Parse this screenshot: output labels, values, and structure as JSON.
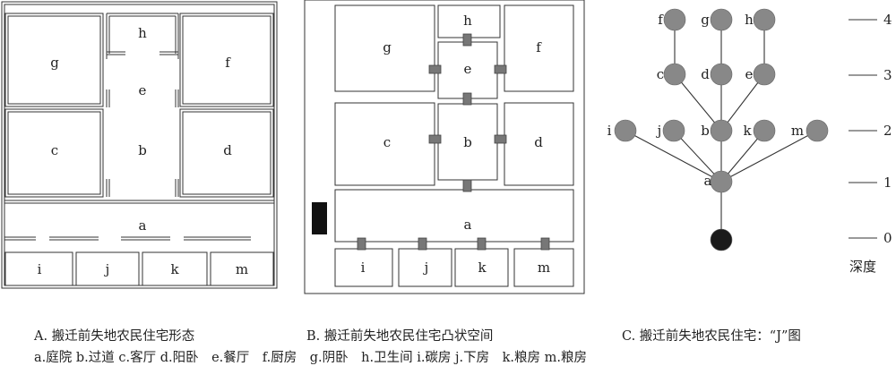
{
  "panel_a": {
    "rooms": {
      "a": "a",
      "b": "b",
      "c": "c",
      "d": "d",
      "e": "e",
      "f": "f",
      "g": "g",
      "h": "h",
      "i": "i",
      "j": "j",
      "k": "k",
      "m": "m"
    }
  },
  "panel_b": {
    "rooms": {
      "a": "a",
      "b": "b",
      "c": "c",
      "d": "d",
      "e": "e",
      "f": "f",
      "g": "g",
      "h": "h",
      "i": "i",
      "j": "j",
      "k": "k",
      "m": "m"
    }
  },
  "graph": {
    "nodes": {
      "root": {
        "label": ""
      },
      "a": {
        "label": "a"
      },
      "b": {
        "label": "b"
      },
      "i": {
        "label": "i"
      },
      "j": {
        "label": "j"
      },
      "k": {
        "label": "k"
      },
      "m": {
        "label": "m"
      },
      "c": {
        "label": "c"
      },
      "d": {
        "label": "d"
      },
      "e": {
        "label": "e"
      },
      "f": {
        "label": "f"
      },
      "g": {
        "label": "g"
      },
      "h": {
        "label": "h"
      }
    },
    "depth_ticks": [
      "0",
      "1",
      "2",
      "3",
      "4"
    ],
    "depth_label": "深度"
  },
  "captions": {
    "a": "A. 搬迁前失地农民住宅形态",
    "b": "B. 搬迁前失地农民住宅凸状空间",
    "c": "C. 搬迁前失地农民住宅：“J”图",
    "legend": "a.庭院 b.过道 c.客厅 d.阳卧　e.餐厅　f.厨房　g.阴卧　h.卫生间 i.碳房 j.下房　k.粮房 m.粮房"
  },
  "colors": {
    "line": "#333333",
    "node": "#888888",
    "root": "#1a1a1a",
    "connector": "#777777",
    "block": "#111111"
  }
}
